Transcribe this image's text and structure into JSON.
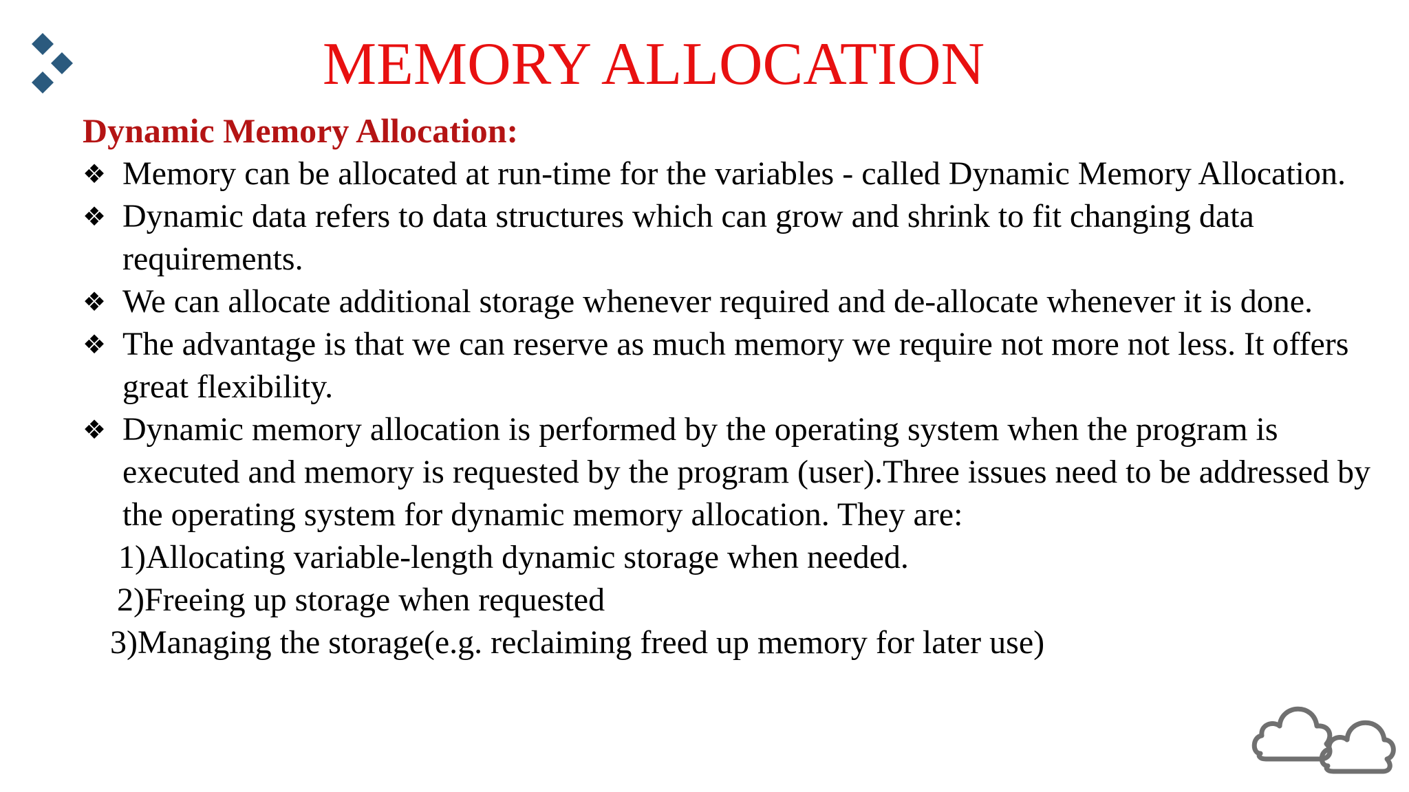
{
  "slide": {
    "title": "MEMORY ALLOCATION",
    "subtitle": "Dynamic Memory Allocation:",
    "bullet_glyph": "❖",
    "bullets": [
      {
        "text": "Memory can be allocated at run-time for the variables - called Dynamic Memory Allocation."
      },
      {
        "text": "Dynamic data refers to data structures which can grow and shrink to fit changing data requirements."
      },
      {
        "text": "We can allocate additional storage whenever required and de-allocate whenever it is done."
      },
      {
        "text": "The advantage is that we can reserve as much memory we require not more not less. It offers great flexibility."
      },
      {
        "text": "Dynamic memory allocation is performed by the operating system when the program is executed and memory is requested by the program (user).Three issues need to be addressed by the operating system for dynamic memory allocation.  They are:"
      }
    ],
    "steps": [
      "1)Allocating variable-length dynamic storage when needed.",
      "2)Freeing up storage when requested",
      "3)Managing the storage(e.g. reclaiming freed up memory for later use)"
    ]
  },
  "colors": {
    "title": "#e81010",
    "subtitle": "#b41414",
    "logo": "#2b5a7e",
    "cloud": "#707070"
  },
  "icons": {
    "logo": "diamond-cluster-logo",
    "decoration": "cloud-pair-icon"
  }
}
